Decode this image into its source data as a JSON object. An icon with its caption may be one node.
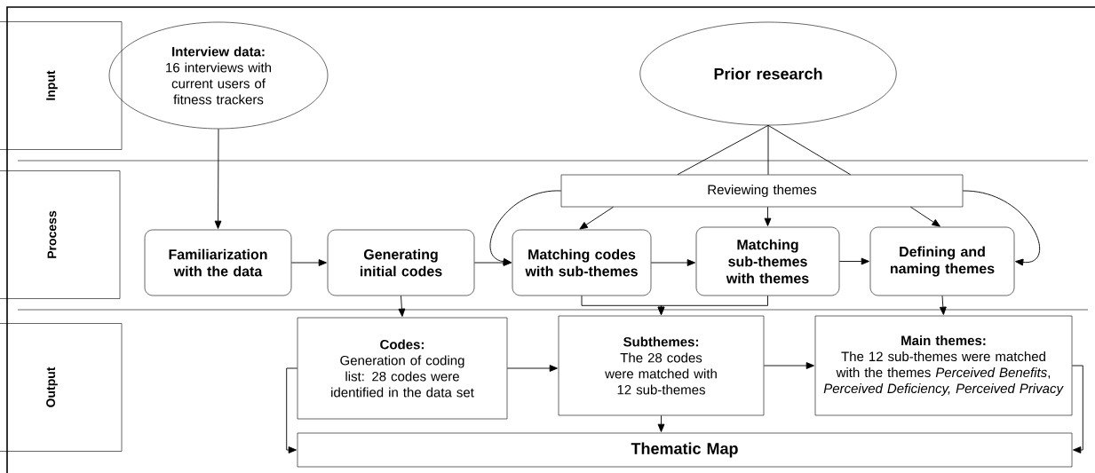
{
  "diagram": {
    "nodes": [
      {
        "text": [
          "Input"
        ]
      },
      {
        "text": [
          "Interview data:",
          "16 interviews with current users of fitness trackers"
        ]
      },
      {
        "text": [
          "Prior research"
        ]
      },
      {
        "text": [
          "Process"
        ]
      },
      {
        "text": [
          "Reviewing themes"
        ]
      },
      {
        "text": [
          "Familiarization with the data"
        ]
      },
      {
        "text": [
          "Generating initial codes"
        ]
      },
      {
        "text": [
          "Matching codes with sub-themes"
        ]
      },
      {
        "text": [
          "Matching sub-themes with themes"
        ]
      },
      {
        "text": [
          "Defining and naming themes"
        ]
      },
      {
        "text": [
          "Output"
        ]
      },
      {
        "text": [
          "Codes:",
          "Generation of coding list: 28 codes were identified in the data set"
        ]
      },
      {
        "text": [
          "Subthemes:",
          "The 28 codes were matched with 12 sub-themes"
        ]
      },
      {
        "text": [
          "Main themes:",
          "The 12 sub-themes were matched with the themes *Perceived Benefits*, *Perceived Deficiency, Perceived Privacy*"
        ]
      },
      {
        "text": [
          "Thematic Map"
        ]
      }
    ],
    "edges": [
      {
        "from": 1,
        "to": 5,
        "arrow": "to"
      },
      {
        "from": 2,
        "to": 4,
        "arrow": "none"
      },
      {
        "from": 2,
        "to": 4,
        "arrow": "none"
      },
      {
        "from": 2,
        "to": 4,
        "arrow": "none"
      },
      {
        "from": 4,
        "to": 7,
        "arrow": "to"
      },
      {
        "from": 4,
        "to": 8,
        "arrow": "to"
      },
      {
        "from": 4,
        "to": 9,
        "arrow": "to"
      },
      {
        "from": 4,
        "to": 7,
        "arrow": "to"
      },
      {
        "from": 4,
        "to": 9,
        "arrow": "to"
      },
      {
        "from": 5,
        "to": 6,
        "arrow": "to"
      },
      {
        "from": 6,
        "to": 7,
        "arrow": "to"
      },
      {
        "from": 7,
        "to": 8,
        "arrow": "to"
      },
      {
        "from": 8,
        "to": 9,
        "arrow": "to"
      },
      {
        "from": 6,
        "to": 11,
        "arrow": "to"
      },
      {
        "from": 7,
        "to": 12,
        "arrow": "to"
      },
      {
        "from": 8,
        "to": 12,
        "arrow": "to"
      },
      {
        "from": 9,
        "to": 13,
        "arrow": "to"
      },
      {
        "from": 11,
        "to": 12,
        "arrow": "to"
      },
      {
        "from": 12,
        "to": 13,
        "arrow": "to"
      },
      {
        "from": 11,
        "to": 14,
        "arrow": "to"
      },
      {
        "from": 12,
        "to": 14,
        "arrow": "to"
      },
      {
        "from": 13,
        "to": 14,
        "arrow": "to"
      }
    ]
  }
}
